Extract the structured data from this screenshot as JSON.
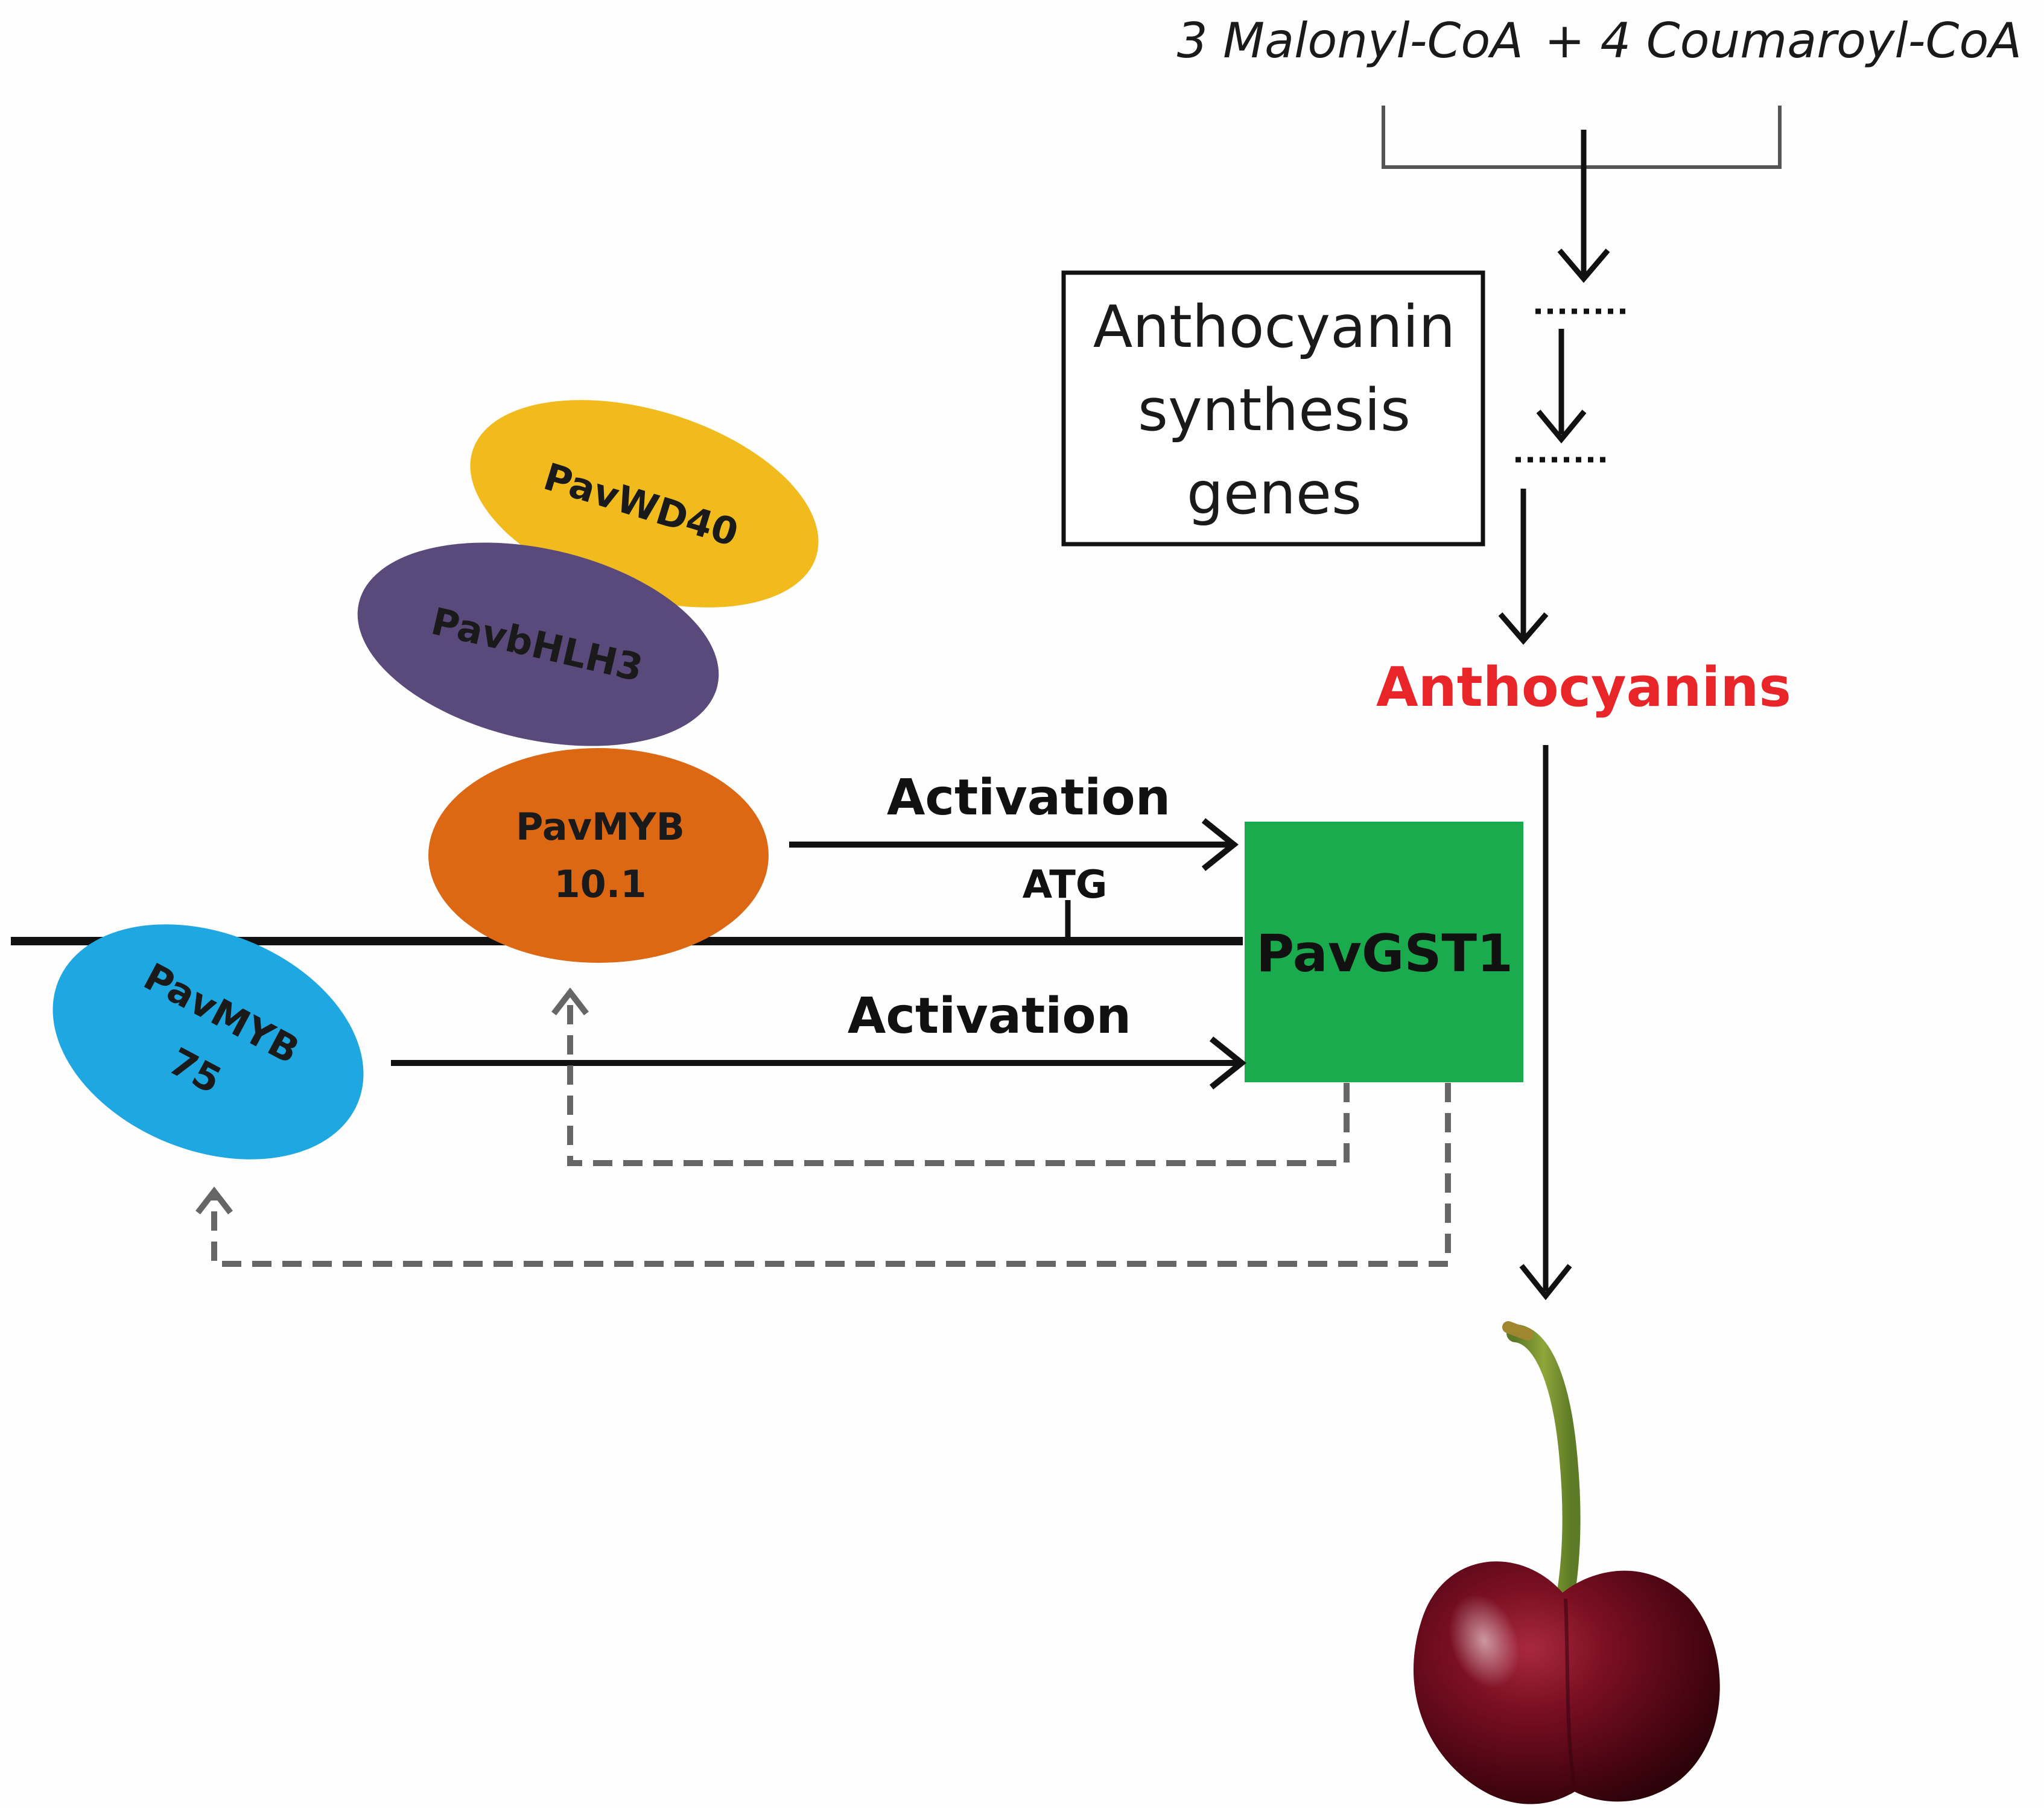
{
  "substrates": {
    "malonyl": "3 Malonyl-CoA",
    "plus_coumaroyl": "+ 4 Coumaroyl-CoA"
  },
  "synthesis_box": {
    "line1": "Anthocyanin",
    "line2": "synthesis",
    "line3": "genes"
  },
  "product": {
    "label": "Anthocyanins",
    "color": "#e8262a"
  },
  "proteins": {
    "wd40": {
      "label": "PavWD40",
      "color": "#f2bb1d"
    },
    "bhlh3": {
      "label": "PavbHLH3",
      "color": "#5a4a7b"
    },
    "myb10": {
      "line1": "PavMYB",
      "line2": "10.1",
      "color": "#dc6814"
    },
    "myb75": {
      "line1": "PavMYB",
      "line2": "75",
      "color": "#1ea7e1"
    }
  },
  "gene": {
    "label": "PavGST1",
    "color": "#1aab4e",
    "start_codon": "ATG"
  },
  "activations": {
    "upper": "Activation",
    "lower": "Activation"
  },
  "icons": {
    "fruit": "cherry-icon"
  }
}
